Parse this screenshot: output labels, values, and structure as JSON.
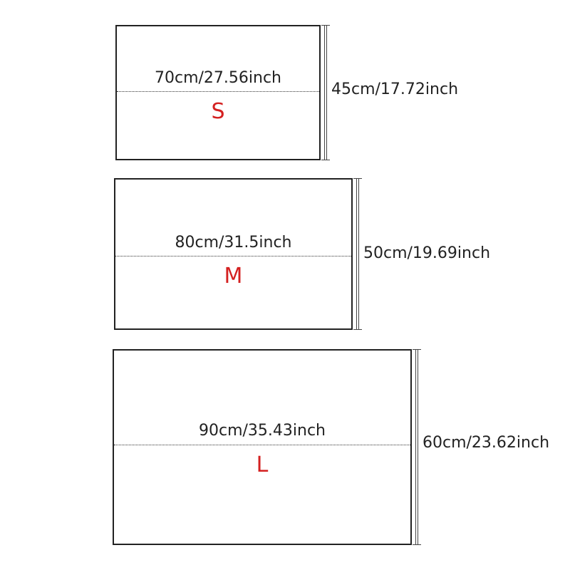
{
  "sizes": [
    {
      "letter": "S",
      "width_label": "70cm/27.56inch",
      "height_label": "45cm/17.72inch"
    },
    {
      "letter": "M",
      "width_label": "80cm/31.5inch",
      "height_label": "50cm/19.69inch"
    },
    {
      "letter": "L",
      "width_label": "90cm/35.43inch",
      "height_label": "60cm/23.62inch"
    }
  ],
  "colors": {
    "size_letter": "#d42020",
    "outline": "#222222",
    "text": "#222222"
  }
}
